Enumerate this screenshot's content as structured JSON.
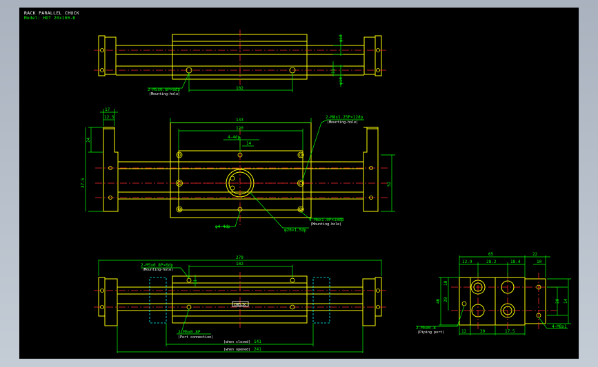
{
  "drawing": {
    "title": "RACK PARALLEL CHUCK",
    "model": "Model: HDT 20x100-B"
  },
  "colors": {
    "background": "#000000",
    "outline": "#ffff00",
    "centerline": "#ff0000",
    "dimension": "#00ff00",
    "hidden": "#00ffff",
    "annotation": "#ffffff"
  },
  "top_view": {
    "dim_102": "102",
    "dim_phi10_a": "φ10",
    "dim_phi10_b": "φ10",
    "dim_11": "11",
    "note_mount": "2-M5x0.8P×8dp",
    "note_mount_sub": "(Mounting-hole)"
  },
  "front_view": {
    "dim_17": "17",
    "dim_12_5": "12.5",
    "dim_24": "24",
    "dim_37_5": "37.5",
    "dim_133": "133",
    "dim_120": "120",
    "dim_4x4dp": "4-4dp",
    "dim_14": "14",
    "dim_52": "52",
    "note_m8": "2-M8x1.25P×12dp",
    "note_m8_sub": "(Mounting-hole)",
    "note_m6": "4-M6x1.0P×10dp",
    "note_m6_sub": "(Mounting-hole)",
    "note_phi4": "φ4-4dp",
    "note_phi26": "φ26×1.5dp"
  },
  "bottom_view": {
    "dim_279": "279",
    "dim_102": "102",
    "dim_11": "11",
    "note_mount": "2-M5x0.8P×6dp",
    "note_mount_sub": "(Mounting-hole)",
    "note_port": "2-M5x0.8P",
    "note_port_sub": "(Port connection)",
    "badge": "CHELIC",
    "dim_141": "141",
    "dim_141_label": "(when closed)",
    "dim_241": "241",
    "dim_241_label": "(when opened)"
  },
  "side_view": {
    "dim_65": "65",
    "dim_22": "22",
    "dim_12_9": "12.9",
    "dim_28_2": "28.2",
    "dim_18_4": "18.4",
    "dim_10": "10",
    "dim_10b": "10",
    "dim_20": "20",
    "dim_46": "46",
    "dim_14": "14",
    "dim_20b": "20",
    "dim_12": "12",
    "dim_30": "30",
    "dim_17_5": "17.5",
    "dim_m8x1": "4-M8x1",
    "note_port": "2-M5x0.8",
    "note_port_sub": "(Piping port)"
  }
}
